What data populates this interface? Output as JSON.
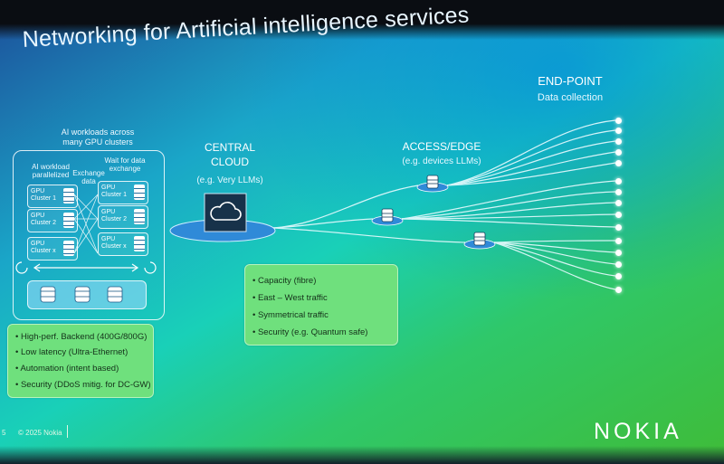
{
  "slide": {
    "title": "Networking for Artificial intelligence services",
    "footer_page": "5",
    "footer_copyright": "© 2025 Nokia",
    "logo_text": "NOKIA"
  },
  "gpu_section": {
    "heading_line1": "AI workloads across",
    "heading_line2": "many GPU clusters",
    "col_parallelized_1": "AI workload",
    "col_parallelized_2": "parallelized",
    "col_exchange_1": "Exchange",
    "col_exchange_2": "data",
    "col_wait_1": "Wait for data",
    "col_wait_2": "exchange",
    "clusters_left": [
      {
        "line1": "GPU",
        "line2": "Cluster 1"
      },
      {
        "line1": "GPU",
        "line2": "Cluster 2"
      },
      {
        "line1": "GPU",
        "line2": "Cluster x"
      }
    ],
    "clusters_right": [
      {
        "line1": "GPU",
        "line2": "Cluster 1"
      },
      {
        "line1": "GPU",
        "line2": "Cluster 2"
      },
      {
        "line1": "GPU",
        "line2": "Cluster x"
      }
    ],
    "features": [
      "• High-perf. Backend (400G/800G)",
      "• Low latency (Ultra-Ethernet)",
      "• Automation (intent based)",
      "• Security (DDoS mitig. for DC-GW)"
    ]
  },
  "central_cloud": {
    "line1": "CENTRAL",
    "line2": "CLOUD",
    "sub": "(e.g. Very LLMs)",
    "features": [
      "• Capacity (fibre)",
      "• East – West traffic",
      "• Symmetrical traffic",
      "• Security (e.g. Quantum safe)"
    ]
  },
  "access_edge": {
    "title": "ACCESS/EDGE",
    "sub": "(e.g. devices LLMs)"
  },
  "end_point": {
    "title": "END-POINT",
    "sub": "Data collection"
  },
  "colors": {
    "feature_box": "#6fe07d",
    "accent_blue": "#1f63c8"
  }
}
